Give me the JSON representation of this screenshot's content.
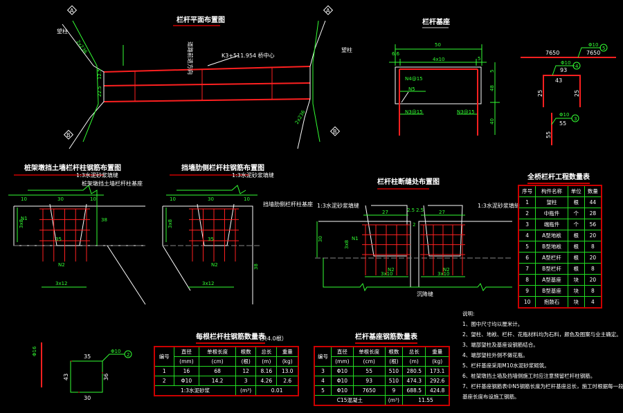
{
  "colors": {
    "background": "#000000",
    "rebar": "#ff2020",
    "dimension": "#33ff33",
    "outline": "#ffffff",
    "table_border": "#cc0000"
  },
  "plan": {
    "title": "栏杆平面布置图",
    "station": "K3+511.954 桥中心",
    "direction": "道路前进方向",
    "labels": [
      "望柱",
      "望柱",
      "2x236",
      "2x236",
      "A",
      "A",
      "B",
      "B"
    ],
    "left_dims": [
      "12.5",
      "22.5"
    ]
  },
  "base": {
    "title": "栏杆基座",
    "dims": {
      "total": "50",
      "inner": "4x10",
      "edge_left": "6.6",
      "edge_right": "5",
      "h1": "40",
      "h2": "48",
      "top": "5"
    },
    "rebars": [
      "N4@15",
      "N5",
      "N3@15",
      "N3@15"
    ],
    "n5": {
      "length_left": "7650",
      "dia": "Φ10",
      "length": "7650",
      "id": "5"
    },
    "n4": {
      "dia": "Φ10",
      "total": "93",
      "width": "43",
      "leg_left": "25",
      "leg_right": "25",
      "id": "4"
    },
    "n3": {
      "dia": "Φ10",
      "total": "55",
      "leg": "55",
      "id": "3"
    }
  },
  "section1": {
    "title": "桩架墩挡土墙栏杆柱钢筋布置图",
    "callout1": "1:3水泥砂浆填缝",
    "callout2": "桩架墩挡土墙栏杆柱基座",
    "dims": [
      "10",
      "30",
      "10",
      "38",
      "3x8",
      "35",
      "N1",
      "N2",
      "3x12"
    ]
  },
  "section2": {
    "title": "挡墙肋侧栏杆柱钢筋布置图",
    "callout1": "1:3水泥砂浆填缝",
    "callout2": "挡墙肋侧栏杆柱基座",
    "dims": [
      "10",
      "30",
      "10",
      "3x8",
      "35",
      "N2",
      "3x12",
      "38"
    ]
  },
  "section3": {
    "title": "栏杆柱断缝处布置图",
    "callout_left": "1:3水泥砂浆填缝",
    "callout_right": "1:3水泥砂浆填缝",
    "joint": "沉降缝",
    "dims": [
      "27",
      "2.5",
      "2.5",
      "27",
      "2",
      "3x8",
      "30",
      "N1",
      "N2",
      "N2",
      "3x10",
      "3x10"
    ]
  },
  "detail_n2": {
    "dims": [
      "35",
      "43",
      "36",
      "30"
    ],
    "dia": "Φ10",
    "id": "2",
    "n1_label": "Φ16"
  },
  "quantity_table": {
    "title": "全桥栏杆工程数量表",
    "headers": [
      "序号",
      "构件名称",
      "单位",
      "数量"
    ],
    "rows": [
      [
        "1",
        "望柱",
        "根",
        "44"
      ],
      [
        "2",
        "中瓶件",
        "个",
        "28"
      ],
      [
        "3",
        "端瓶件",
        "个",
        "56"
      ],
      [
        "4",
        "A型地袱",
        "根",
        "20"
      ],
      [
        "5",
        "B型地袱",
        "根",
        "8"
      ],
      [
        "6",
        "A型栏杆",
        "根",
        "20"
      ],
      [
        "7",
        "B型栏杆",
        "根",
        "8"
      ],
      [
        "8",
        "A型基座",
        "块",
        "20"
      ],
      [
        "9",
        "B型基座",
        "块",
        "8"
      ],
      [
        "10",
        "抱鼓石",
        "块",
        "4"
      ]
    ]
  },
  "post_rebar_table": {
    "title": "每根栏杆柱钢筋数量表",
    "note": "（共4.0根）",
    "headers": [
      "编号",
      "直径",
      "单根长度",
      "根数",
      "总长",
      "重量"
    ],
    "units": [
      "(mm)",
      "(cm)",
      "(根)",
      "(m)",
      "(kg)"
    ],
    "rows": [
      [
        "1",
        "16",
        "68",
        "12",
        "8.16",
        "13.0"
      ],
      [
        "2",
        "Φ10",
        "14.2",
        "3",
        "4.26",
        "2.6"
      ]
    ],
    "total": {
      "label": "1:3水泥砂浆",
      "unit": "(m³)",
      "value": "0.01"
    }
  },
  "base_rebar_table": {
    "title": "栏杆基座钢筋数量表",
    "headers": [
      "编号",
      "直径",
      "单根长度",
      "根数",
      "总长",
      "重量"
    ],
    "units": [
      "(mm)",
      "(cm)",
      "(根)",
      "(m)",
      "(kg)"
    ],
    "rows": [
      [
        "3",
        "Φ10",
        "55",
        "510",
        "280.5",
        "173.1"
      ],
      [
        "4",
        "Φ10",
        "93",
        "510",
        "474.3",
        "292.6"
      ],
      [
        "5",
        "Φ10",
        "7650",
        "9",
        "688.5",
        "424.8"
      ]
    ],
    "total": {
      "label": "C15混凝土",
      "unit": "(m³)",
      "value": "11.55"
    }
  },
  "notes": {
    "title": "说明:",
    "items": [
      "1、图中尺寸均以厘米计。",
      "2、望柱、地袱、栏杆、花瓶材料均为石料，颜色及图案与业主确定。",
      "3、端部望柱及基座设钢筋结合。",
      "4、端部望柱外侧不做花瓶。",
      "5、栏杆基座采用M10水泥砂浆砌筑。",
      "6、桩架墩挡土墙及挡墙侧施工时应注意预留栏杆柱钢筋。",
      "7、栏杆基座钢筋表中N5钢筋长度为栏杆基座总长，施工时根据每一段",
      "基座长度布设施工钢筋。"
    ]
  }
}
